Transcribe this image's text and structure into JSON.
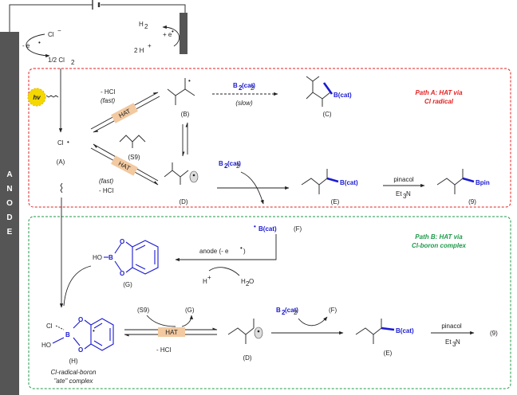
{
  "circuit": {
    "chloride": "Cl",
    "minus_e": "- e",
    "half_cl2": "1/2 Cl",
    "h2": "H",
    "plus_e": "+ e",
    "two_h": "2 H",
    "sub2": "2",
    "minus": "−",
    "dot": "•",
    "plus": "+"
  },
  "anode_letters": [
    "A",
    "N",
    "O",
    "D",
    "E"
  ],
  "hv_label": "hv",
  "path_a": {
    "title_line1": "Path A: HAT via",
    "title_line2": "Cl radical",
    "minus_hcl": "- HCl",
    "fast": "(fast)",
    "hat": "HAT",
    "reagent": "B",
    "reagent_tail": "(cat)",
    "slow": "(slow)",
    "bcat": "B(cat)",
    "pinacol": "pinacol",
    "et3n_a": "Et",
    "et3n_b": "N",
    "sub3": "3",
    "bpin": "Bpin",
    "labels": {
      "A": "(A)",
      "B": "(B)",
      "C": "(C)",
      "D": "(D)",
      "E": "(E)",
      "S9": "(S9)",
      "p9": "(9)"
    },
    "cl_dot": "Cl"
  },
  "path_b": {
    "title_line1": "Path B: HAT via",
    "title_line2": "Cl-boron complex",
    "bcat_radical": "B(cat)",
    "F": "(F)",
    "anode_step": "anode (- e",
    "anode_close": ")",
    "h_plus": "H",
    "water_a": "H",
    "water_b": "O",
    "ho_b": "HO",
    "boron": "B",
    "o": "O",
    "G": "(G)",
    "cl": "Cl",
    "ho": "HO",
    "H": "(H)",
    "complex_line1": "Cl-radical-boron",
    "complex_line2": "\"ate\" complex",
    "S9": "(S9)",
    "hat": "HAT",
    "minus_hcl": "- HCl",
    "D": "(D)",
    "reagent": "B",
    "reagent_tail": "(cat)",
    "sub2": "2",
    "bcat": "B(cat)",
    "E": "(E)",
    "pinacol": "pinacol",
    "et3n_a": "Et",
    "et3n_b": "N",
    "sub3": "3",
    "p9": "(9)"
  },
  "colors": {
    "anode_bar": "#555555",
    "path_a_border": "#e02020",
    "path_b_border": "#1d9a4a",
    "boron_blue": "#1a1ad0",
    "hat_badge": "#f2c9a0",
    "hv_sun": "#f4d800"
  }
}
